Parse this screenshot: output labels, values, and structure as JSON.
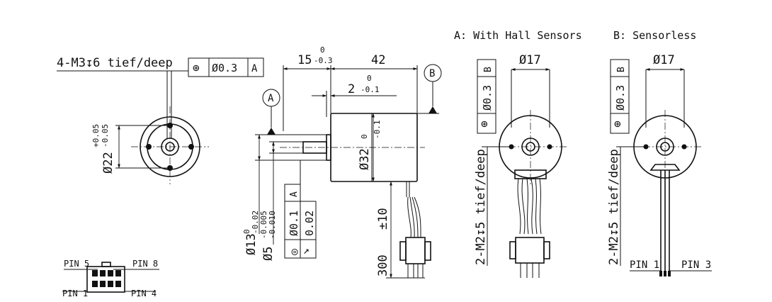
{
  "side_view": {
    "thread_spec": "4-M3↧6 tief/deep",
    "fcf_position": {
      "symbol": "⊕",
      "tolerance": "Ø0.3",
      "datum": "A"
    },
    "dia22": "Ø22",
    "dia22_tol_upper": "+0.05",
    "dia22_tol_lower": "-0.05"
  },
  "main_view": {
    "len15": "15",
    "len15_tol_upper": "0",
    "len15_tol_lower": "-0.3",
    "len42": "42",
    "len2": "2",
    "len2_tol_upper": "0",
    "len2_tol_lower": "-0.1",
    "datum_a": "A",
    "datum_b": "B",
    "dia32": "Ø32",
    "dia32_tol_upper": "0",
    "dia32_tol_lower": "-0.1",
    "dia13": "Ø13",
    "dia13_tol_upper": "0",
    "dia13_tol_lower": "-0.02",
    "dia5": "Ø5",
    "dia5_tol_upper": "-0.005",
    "dia5_tol_lower": "-0.010",
    "fcf_concentric": {
      "symbol": "◎",
      "tolerance": "Ø0.1",
      "datum": "A"
    },
    "fcf_runout": {
      "symbol": "↗",
      "tolerance": "0.02"
    },
    "cable_len": "300",
    "cable_tol": "±10"
  },
  "view_a": {
    "title": "A: With Hall Sensors",
    "dia17": "Ø17",
    "fcf": {
      "symbol": "⊕",
      "tolerance": "Ø0.3",
      "datum": "B"
    },
    "thread_spec": "2-M2↧5 tief/deep"
  },
  "view_b": {
    "title": "B: Sensorless",
    "dia17": "Ø17",
    "fcf": {
      "symbol": "⊕",
      "tolerance": "Ø0.3",
      "datum": "B"
    },
    "thread_spec": "2-M2↧5 tief/deep",
    "pin_left": "PIN 1",
    "pin_right": "PIN 3"
  },
  "connector": {
    "pin5": "PIN 5",
    "pin8": "PIN 8",
    "pin1": "PIN 1",
    "pin4": "PIN 4"
  }
}
